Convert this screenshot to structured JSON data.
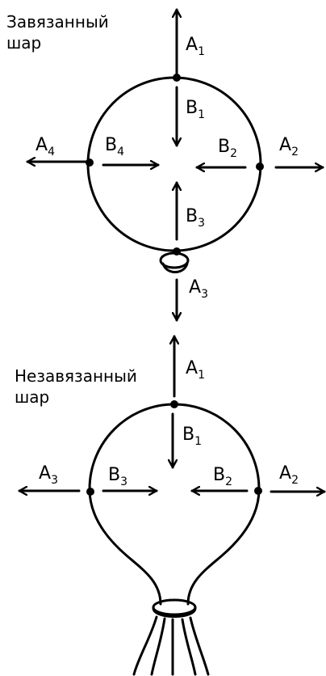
{
  "tied_balloon": {
    "caption_line1": "Завязанный",
    "caption_line2": "шар",
    "labels": {
      "A1": {
        "letter": "A",
        "index": "1"
      },
      "B1": {
        "letter": "B",
        "index": "1"
      },
      "A2": {
        "letter": "A",
        "index": "2"
      },
      "B2": {
        "letter": "B",
        "index": "2"
      },
      "A3": {
        "letter": "A",
        "index": "3"
      },
      "B3": {
        "letter": "B",
        "index": "3"
      },
      "A4": {
        "letter": "A",
        "index": "4"
      },
      "B4": {
        "letter": "B",
        "index": "4"
      }
    }
  },
  "untied_balloon": {
    "caption_line1": "Незавязанный",
    "caption_line2": "шар",
    "labels": {
      "A1": {
        "letter": "A",
        "index": "1"
      },
      "B1": {
        "letter": "B",
        "index": "1"
      },
      "A2": {
        "letter": "A",
        "index": "2"
      },
      "B2": {
        "letter": "B",
        "index": "2"
      },
      "A3": {
        "letter": "A",
        "index": "3"
      },
      "B3": {
        "letter": "B",
        "index": "3"
      }
    }
  }
}
